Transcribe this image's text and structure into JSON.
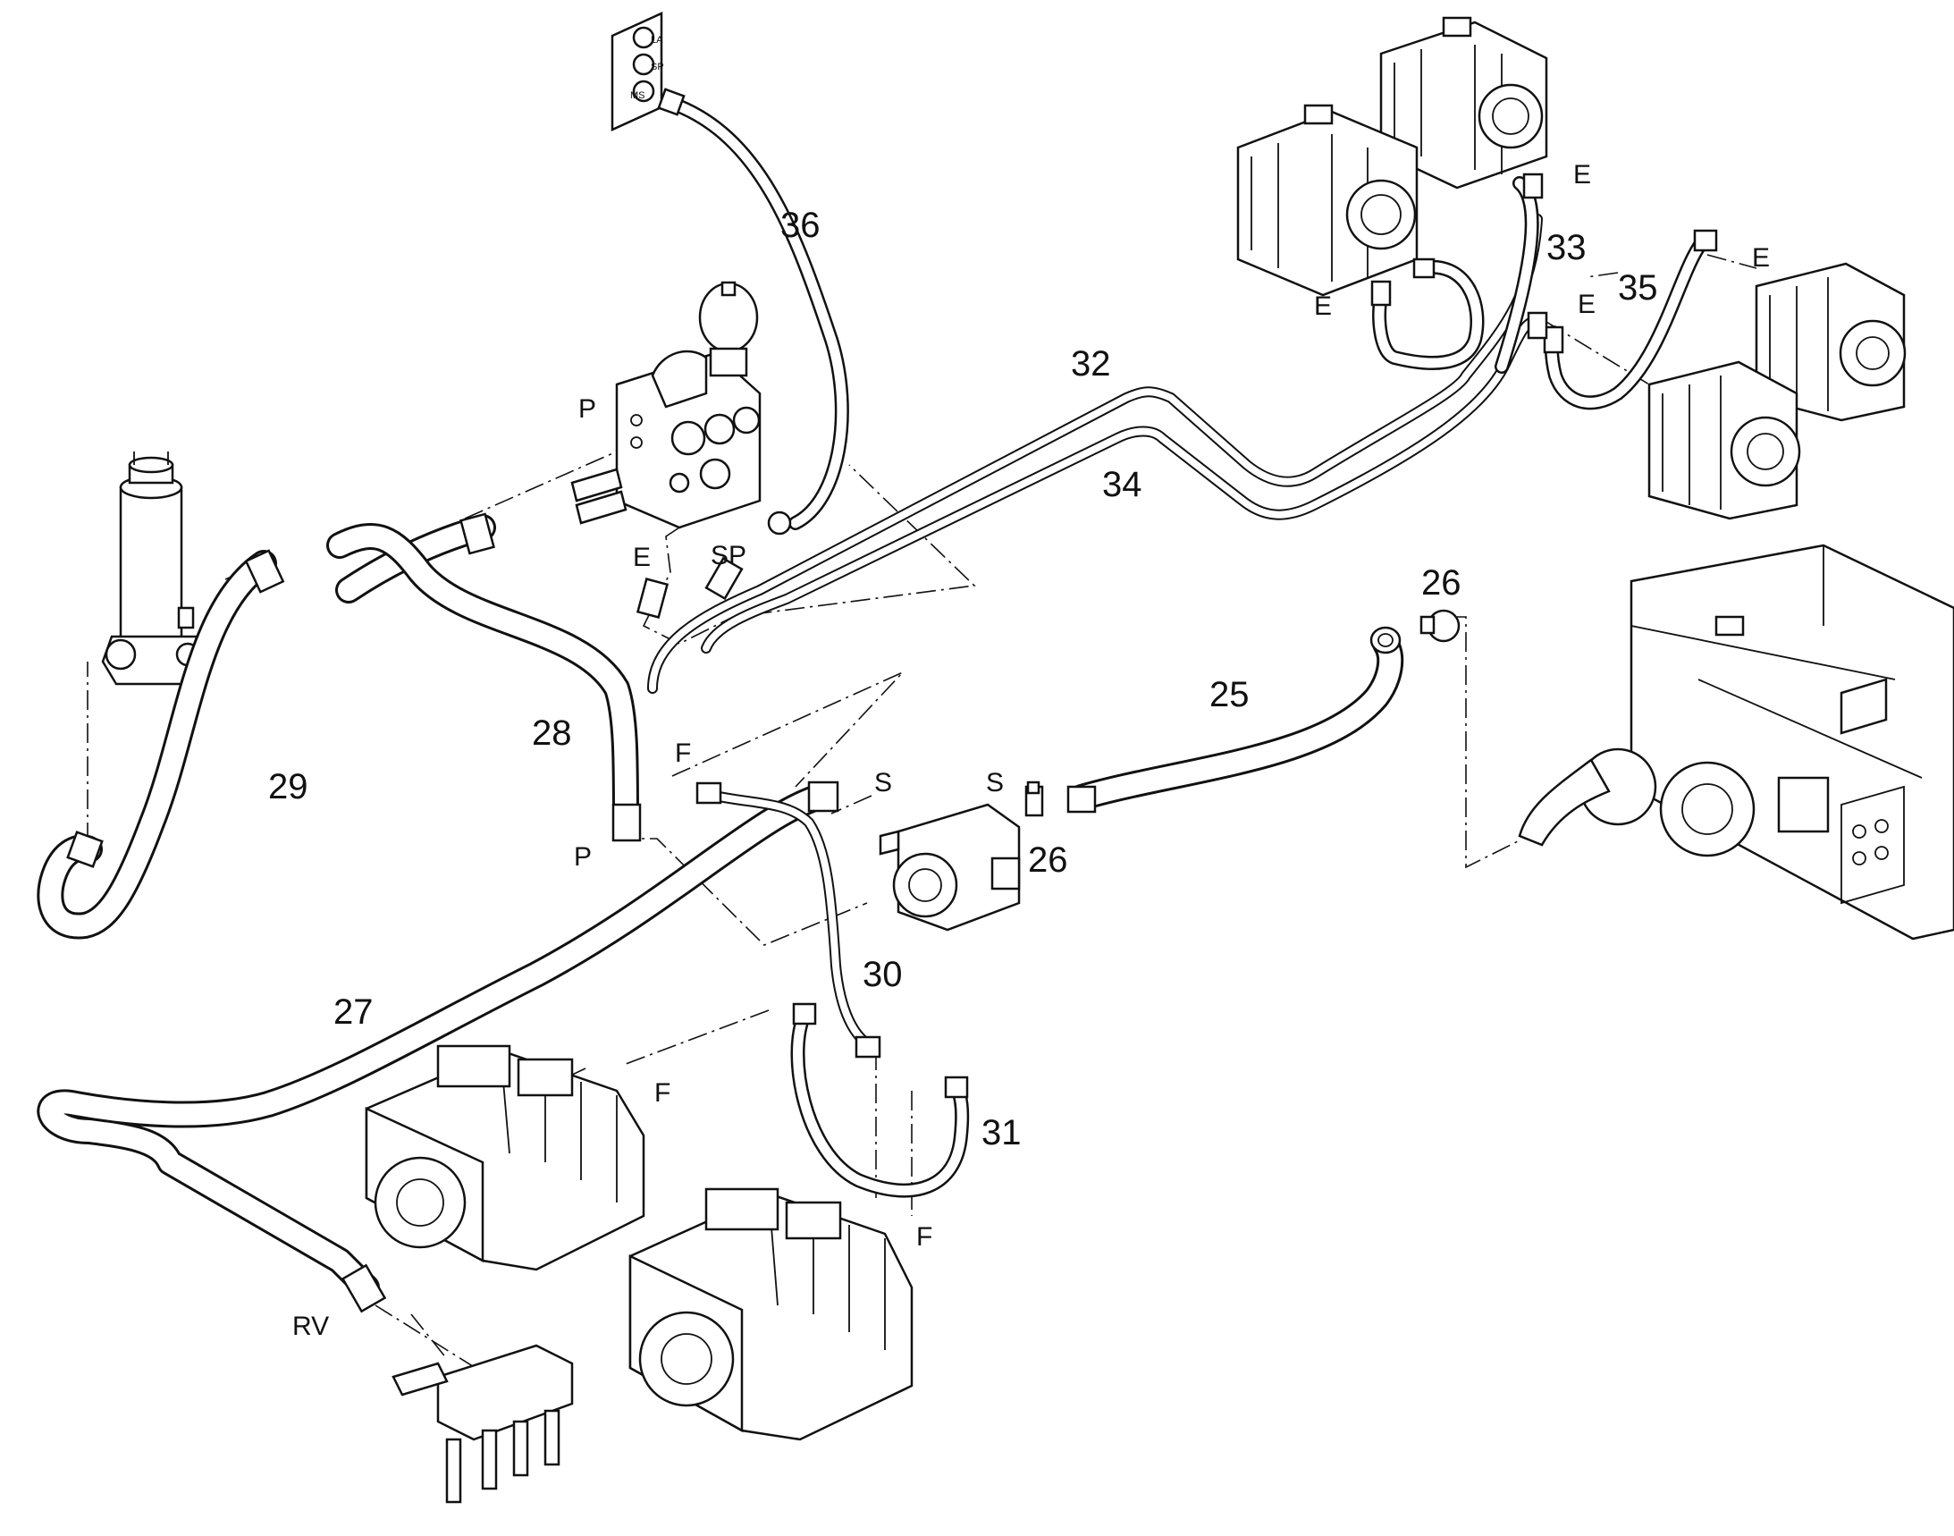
{
  "diagram": {
    "callouts": {
      "c25": "25",
      "c26a": "26",
      "c26b": "26",
      "c27": "27",
      "c28": "28",
      "c29": "29",
      "c30": "30",
      "c31": "31",
      "c32": "32",
      "c33": "33",
      "c34": "34",
      "c35": "35",
      "c36": "36"
    },
    "ports": {
      "p_block": "P",
      "p_hose": "P",
      "e_block": "E",
      "sp_block": "SP",
      "e_top1": "E",
      "e_top2": "E",
      "e_right1": "E",
      "e_right2": "E",
      "f_top": "F",
      "f_pump1": "F",
      "f_pump2": "F",
      "s1": "S",
      "s2": "S",
      "rv": "RV"
    },
    "plate_labels": {
      "la": "LA",
      "sp": "SP",
      "ms": "MS"
    },
    "line_color": "#111111",
    "background": "#ffffff"
  }
}
